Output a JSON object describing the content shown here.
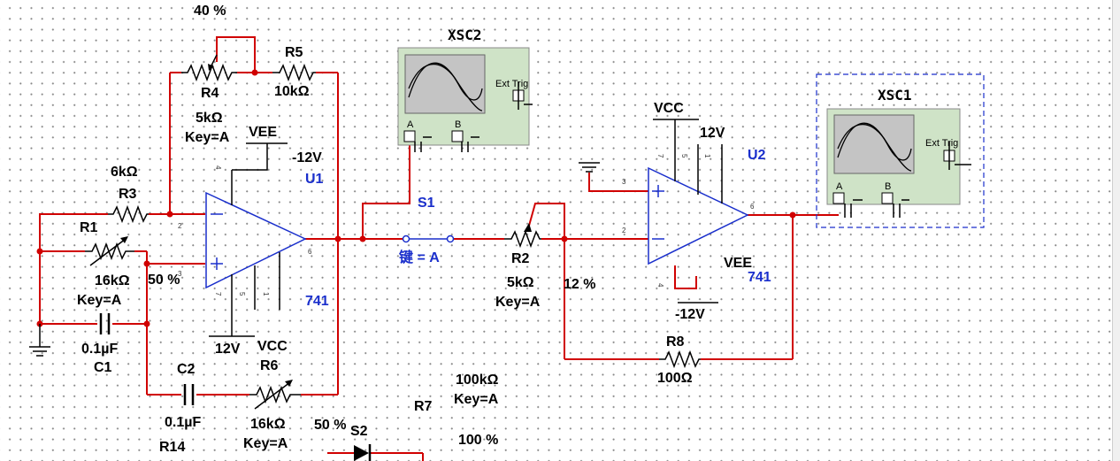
{
  "labels": {
    "r4_pct": "40 %",
    "r5_name": "R5",
    "r5_val": "10kΩ",
    "r4_name": "R4",
    "r4_val": "5kΩ",
    "r4_key": "Key=A",
    "vee_u1": "VEE",
    "neg12_u1": "-12V",
    "u1_name": "U1",
    "r3_val": "6kΩ",
    "r3_name": "R3",
    "r1_name": "R1",
    "r1_val": "16kΩ",
    "r1_key": "Key=A",
    "r1_pct": "50 %",
    "u1_model": "741",
    "c1_val": "0.1µF",
    "c1_name": "C1",
    "pos12_u1": "12V",
    "vcc_u1": "VCC",
    "c2_name": "C2",
    "r6_name": "R6",
    "c2_val": "0.1µF",
    "r6_val": "16kΩ",
    "r6_key": "Key=A",
    "r6_pct": "50 %",
    "r14_name": "R14",
    "s2_name": "S2",
    "r7_name": "R7",
    "r7_val": "100kΩ",
    "r7_key": "Key=A",
    "r7_pct": "100 %",
    "s1_name": "S1",
    "s1_key": "键 = A",
    "r2_name": "R2",
    "r2_val": "5kΩ",
    "r2_key": "Key=A",
    "r2_pct": "12 %",
    "r8_name": "R8",
    "r8_val": "100Ω",
    "vcc_u2": "VCC",
    "pos12_u2": "12V",
    "u2_name": "U2",
    "vee_u2": "VEE",
    "neg12_u2": "-12V",
    "u2_model": "741"
  },
  "scopes": {
    "xsc2": {
      "title": "XSC2",
      "ext_trig": "Ext Trig",
      "a": "A",
      "b": "B"
    },
    "xsc1": {
      "title": "XSC1",
      "ext_trig": "Ext Trig",
      "a": "A",
      "b": "B"
    }
  },
  "pins": {
    "u1_2": "2",
    "u1_3": "3",
    "u1_4": "4",
    "u1_6": "6",
    "u1_7": "7",
    "u1_5": "5",
    "u1_1": "1",
    "u2_3": "3",
    "u2_2": "2",
    "u2_7": "7",
    "u2_5": "5",
    "u2_1": "1",
    "u2_6": "6",
    "u2_4": "4"
  },
  "colors": {
    "wire": "#d00000",
    "component": "#000000",
    "label_blue": "#1a2fcc",
    "scope_body": "#cfe3c7"
  }
}
